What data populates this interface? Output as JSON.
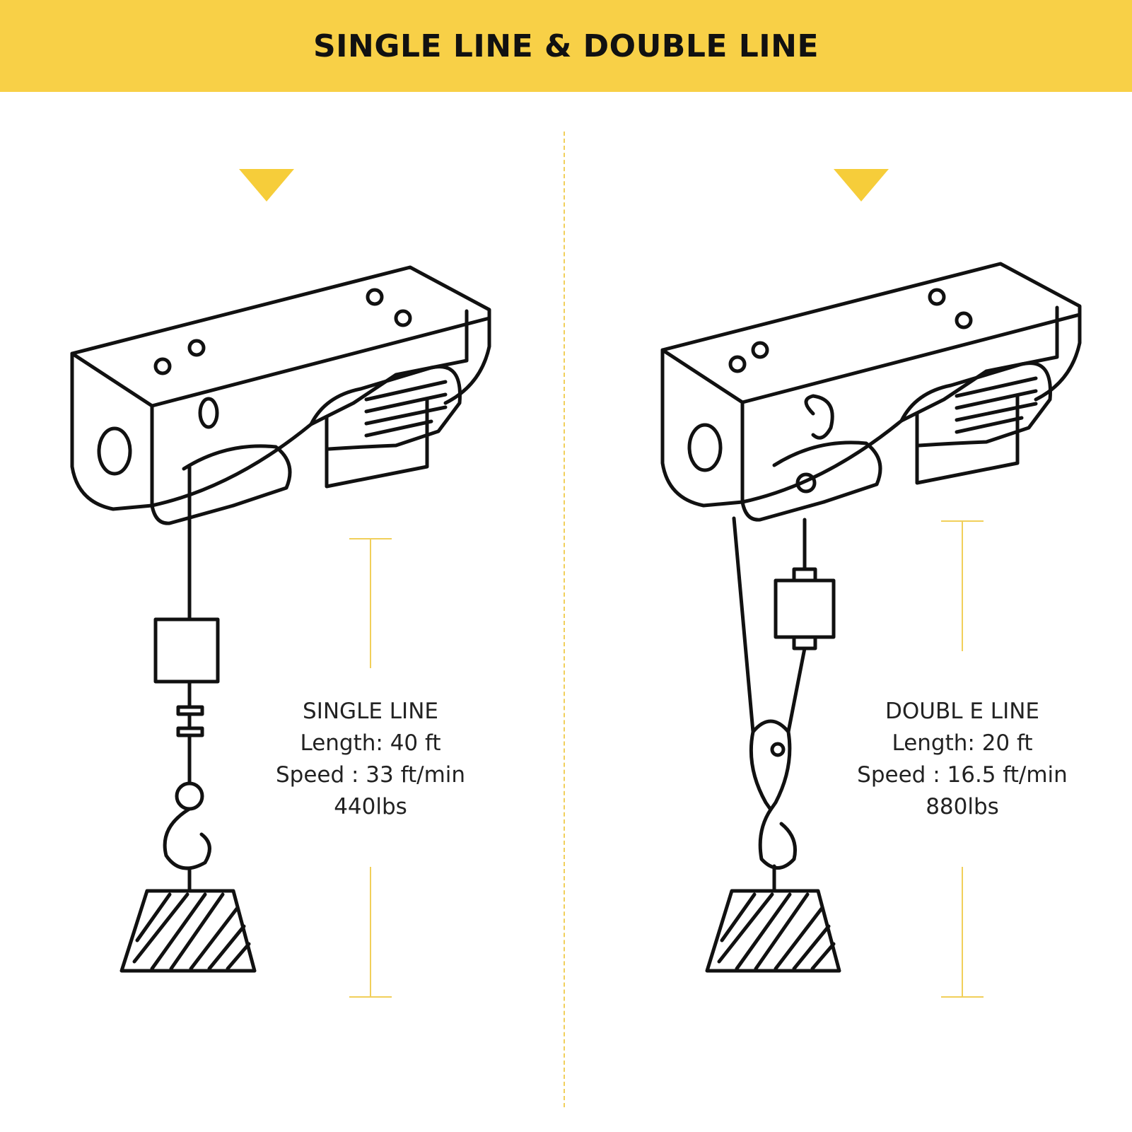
{
  "title": "SINGLE LINE & DOUBLE LINE",
  "colors": {
    "banner": "#f8d047",
    "accent": "#f1cf5a",
    "ink": "#111111"
  },
  "single": {
    "heading": "SINGLE LINE",
    "length": "Length: 40 ft",
    "speed": "Speed : 33 ft/min",
    "capacity": "440lbs"
  },
  "double": {
    "heading": "DOUBL E LINE",
    "length": "Length: 20 ft",
    "speed": "Speed : 16.5 ft/min",
    "capacity": "880lbs"
  }
}
